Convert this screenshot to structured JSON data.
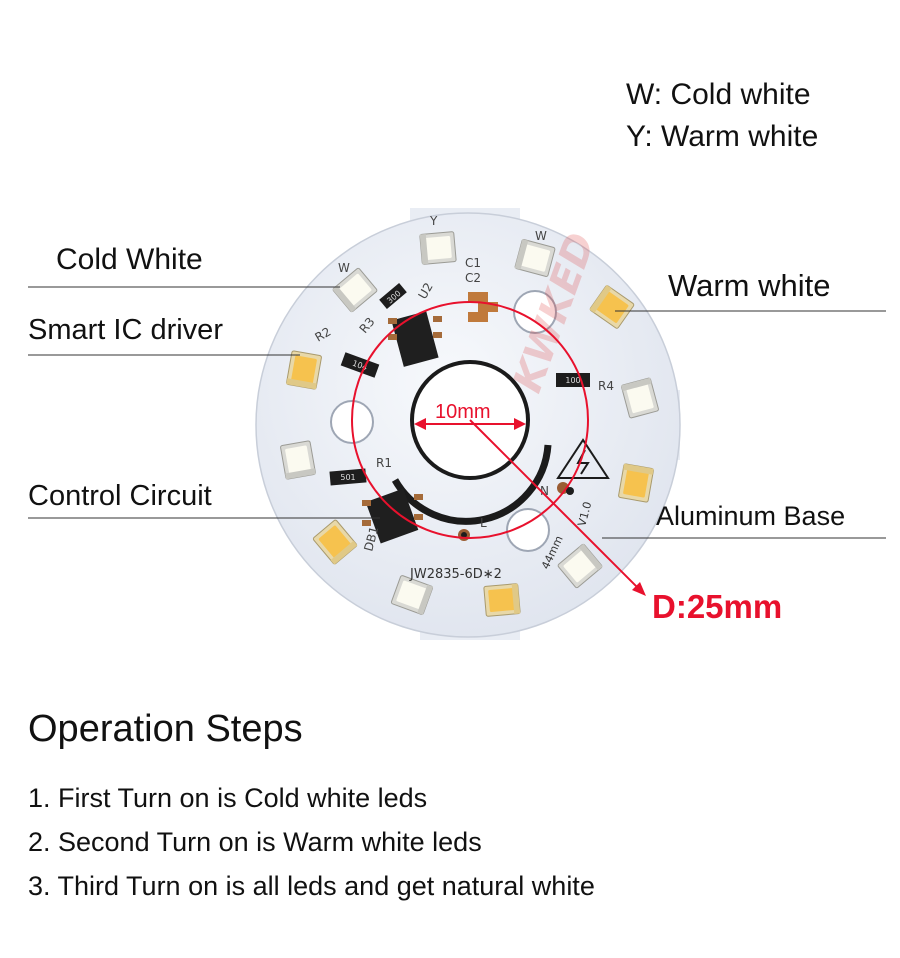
{
  "legend": {
    "cold": "W: Cold white",
    "warm": "Y: Warm white"
  },
  "callouts": {
    "cold_white": "Cold White",
    "warm_white": "Warm white",
    "smart_ic": "Smart IC driver",
    "control_circuit": "Control Circuit",
    "aluminum_base": "Aluminum Base"
  },
  "dimensions": {
    "hole": "10mm",
    "diameter": "D:25mm"
  },
  "board": {
    "model": "JW2835-6D∗2",
    "size": "44mm",
    "version": "V1.0",
    "brand": "KWKED",
    "silkscreen": {
      "c1": "C1",
      "c2": "C2",
      "u2": "U2",
      "r2": "R2",
      "r3": "R3",
      "r4": "R4",
      "r1": "R1",
      "db1": "DB1",
      "n": "N",
      "l": "L",
      "w": "W",
      "y": "Y",
      "res_300": "300",
      "res_104": "104",
      "res_100": "100",
      "res_501": "501"
    }
  },
  "colors": {
    "board": "#eef1f7",
    "led_cold": "#fbfaf2",
    "led_warm": "#f6c050",
    "accent_red": "#e8112d"
  },
  "steps": {
    "title": "Operation Steps",
    "items": [
      "1. First Turn on is Cold white leds",
      "2. Second Turn on is Warm white leds",
      "3. Third Turn on is all leds and get natural white"
    ]
  }
}
